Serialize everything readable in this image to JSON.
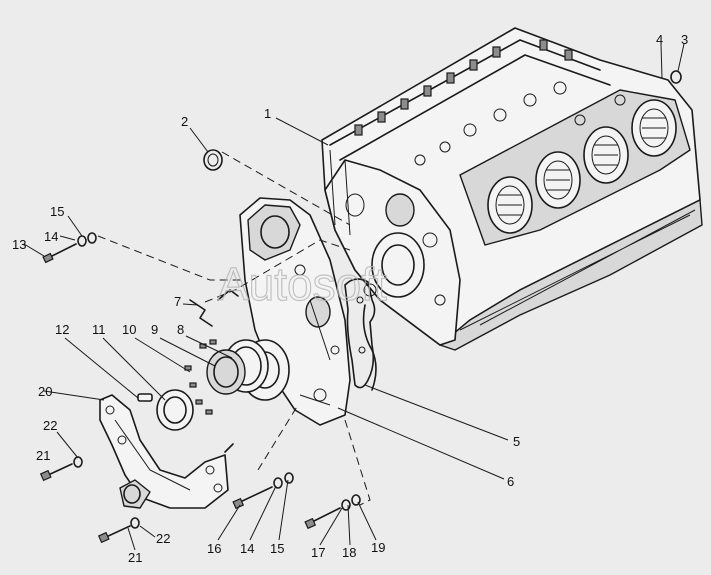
{
  "watermark": "Autosoft",
  "callouts": [
    {
      "label": "1"
    },
    {
      "label": "2"
    },
    {
      "label": "3"
    },
    {
      "label": "4"
    },
    {
      "label": "5"
    },
    {
      "label": "6"
    },
    {
      "label": "7"
    },
    {
      "label": "8"
    },
    {
      "label": "9"
    },
    {
      "label": "10"
    },
    {
      "label": "11"
    },
    {
      "label": "12"
    },
    {
      "label": "13"
    },
    {
      "label": "14"
    },
    {
      "label": "15"
    },
    {
      "label": "20"
    },
    {
      "label": "22"
    },
    {
      "label": "21"
    },
    {
      "label": "16"
    },
    {
      "label": "14"
    },
    {
      "label": "15"
    },
    {
      "label": "17"
    },
    {
      "label": "18"
    },
    {
      "label": "19"
    },
    {
      "label": "21"
    },
    {
      "label": "22"
    }
  ]
}
